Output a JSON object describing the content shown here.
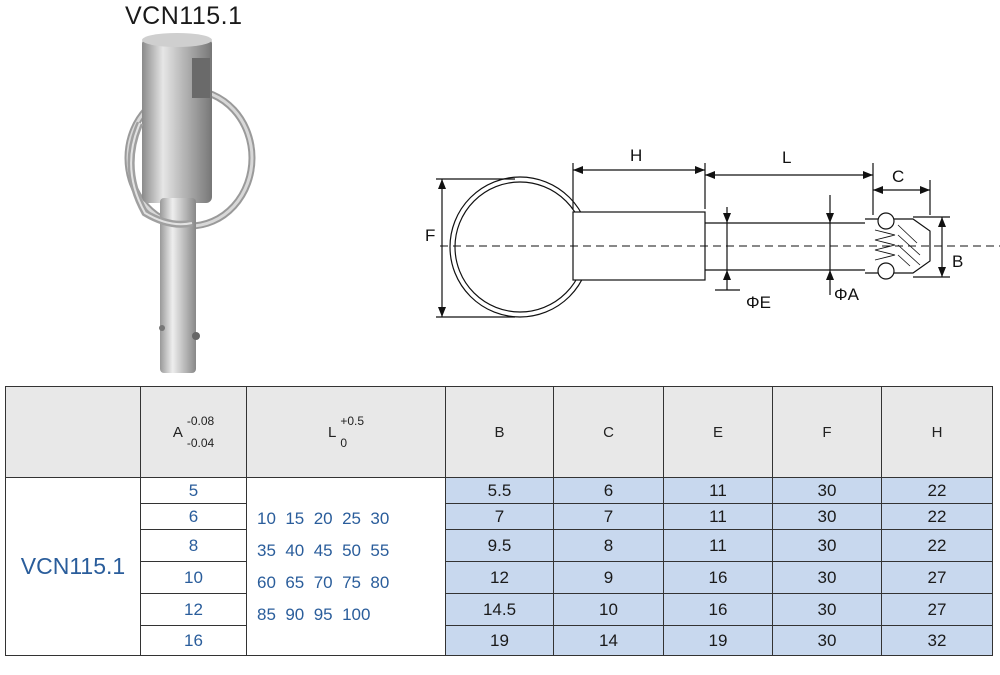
{
  "product": {
    "title": "VCN115.1"
  },
  "drawing": {
    "labels": {
      "H": "H",
      "L": "L",
      "C": "C",
      "F": "F",
      "B": "B",
      "E": "ΦE",
      "A": "ΦA"
    }
  },
  "table": {
    "header": {
      "A": {
        "letter": "A",
        "tol_upper": "-0.08",
        "tol_lower": "-0.04"
      },
      "L": {
        "letter": "L",
        "tol_upper": "+0.5",
        "tol_lower": "0"
      },
      "B": "B",
      "C": "C",
      "E": "E",
      "F": "F",
      "H": "H"
    },
    "series": "VCN115.1",
    "lengths": [
      "10  15  20  25  30",
      "35  40  45  50  55",
      "60  65  70  75  80",
      "85  90  95  100"
    ],
    "rows": [
      {
        "A": "5",
        "B": "5.5",
        "C": "6",
        "E": "11",
        "F": "30",
        "H": "22"
      },
      {
        "A": "6",
        "B": "7",
        "C": "7",
        "E": "11",
        "F": "30",
        "H": "22"
      },
      {
        "A": "8",
        "B": "9.5",
        "C": "8",
        "E": "11",
        "F": "30",
        "H": "22"
      },
      {
        "A": "10",
        "B": "12",
        "C": "9",
        "E": "16",
        "F": "30",
        "H": "27"
      },
      {
        "A": "12",
        "B": "14.5",
        "C": "10",
        "E": "16",
        "F": "30",
        "H": "27"
      },
      {
        "A": "16",
        "B": "19",
        "C": "14",
        "E": "19",
        "F": "30",
        "H": "32"
      }
    ]
  }
}
